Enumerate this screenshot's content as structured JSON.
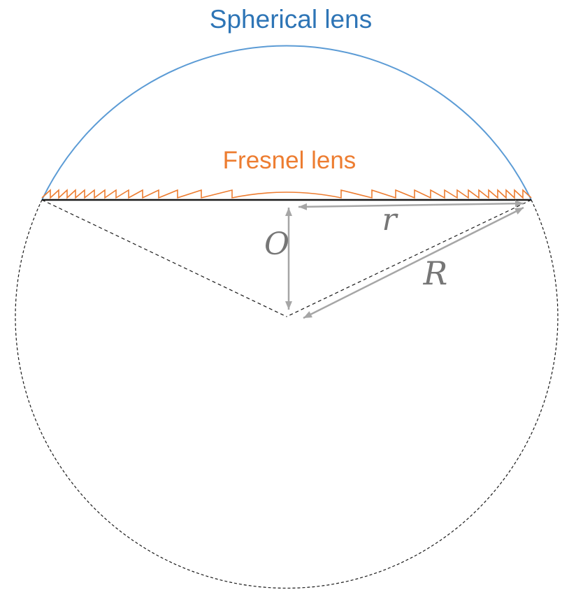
{
  "labels": {
    "spherical_lens": "Spherical lens",
    "fresnel_lens": "Fresnel lens",
    "center_offset": "O",
    "lens_radius": "r",
    "sphere_radius": "R"
  },
  "colors": {
    "spherical_lens_text": "#2E75B6",
    "spherical_lens_arc": "#5B9BD5",
    "fresnel_lens": "#ED7D31",
    "arrows": "#A6A6A6",
    "measure_labels": "#767676",
    "outline": "#1a1a1a"
  }
}
